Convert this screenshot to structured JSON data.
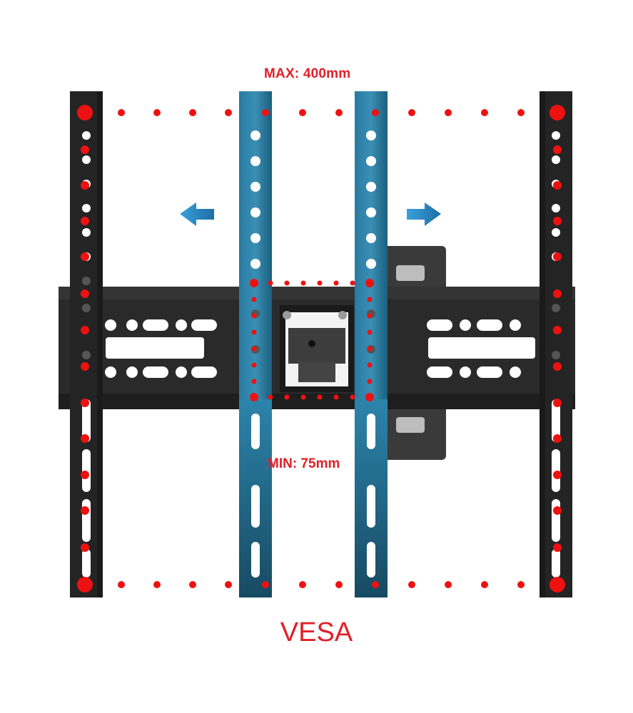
{
  "labels": {
    "max": "MAX: 400mm",
    "min": "MIN: 75mm",
    "title": "VESA"
  },
  "colors": {
    "accent_red": "#e0202a",
    "arm_blue": "#1f6f8f",
    "rail_black": "#1f1f1f",
    "bracket_gray": "#333333",
    "arrow_blue": "#2a86c4"
  },
  "icons": [
    "arrow-left-icon",
    "arrow-right-icon"
  ]
}
